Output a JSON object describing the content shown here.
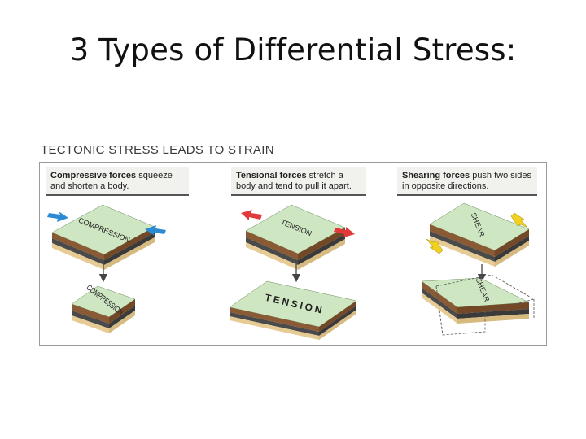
{
  "title": "3 Types of Differential Stress:",
  "figure": {
    "heading": "TECTONIC STRESS LEADS TO STRAIN",
    "panels": [
      {
        "caption_bold": "Compressive forces",
        "caption_rest": " squeeze and shorten a body.",
        "label_before": "COMPRESSION",
        "label_after": "COMPRESSION",
        "arrow_color": "#2a8ad4"
      },
      {
        "caption_bold": "Tensional forces",
        "caption_rest": " stretch a body and tend to pull it apart.",
        "label_before": "TENSION",
        "label_after": "TENSION",
        "arrow_color": "#e23a3a"
      },
      {
        "caption_bold": "Shearing forces",
        "caption_rest": " push two sides in opposite directions.",
        "label_before": "SHEAR",
        "label_after": "SHEAR",
        "arrow_color": "#f0d020"
      }
    ],
    "colors": {
      "top_face": "#cfe6c3",
      "layer_brown": "#8a5a34",
      "layer_dark": "#4a4a4a",
      "layer_tan": "#e6cc94"
    }
  }
}
